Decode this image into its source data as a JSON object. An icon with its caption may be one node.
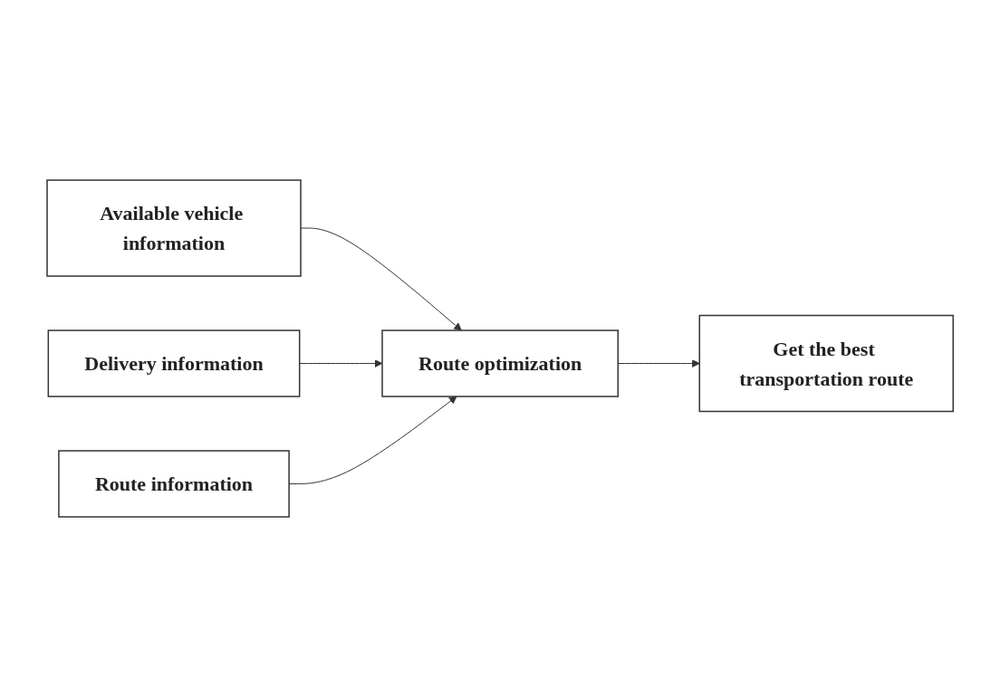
{
  "diagram": {
    "nodes": [
      {
        "text": [
          "Available vehicle information"
        ]
      },
      {
        "text": [
          "Delivery information"
        ]
      },
      {
        "text": [
          "Route optimization"
        ]
      },
      {
        "text": [
          "Get the best transportation route"
        ]
      },
      {
        "text": [
          "Route information"
        ]
      }
    ],
    "edges": [
      {
        "from": 0,
        "to": 2,
        "arrow": "to"
      },
      {
        "from": 1,
        "to": 2,
        "arrow": "to"
      },
      {
        "from": 2,
        "to": 3,
        "arrow": "to"
      },
      {
        "from": 4,
        "to": 2,
        "arrow": "to"
      }
    ]
  }
}
